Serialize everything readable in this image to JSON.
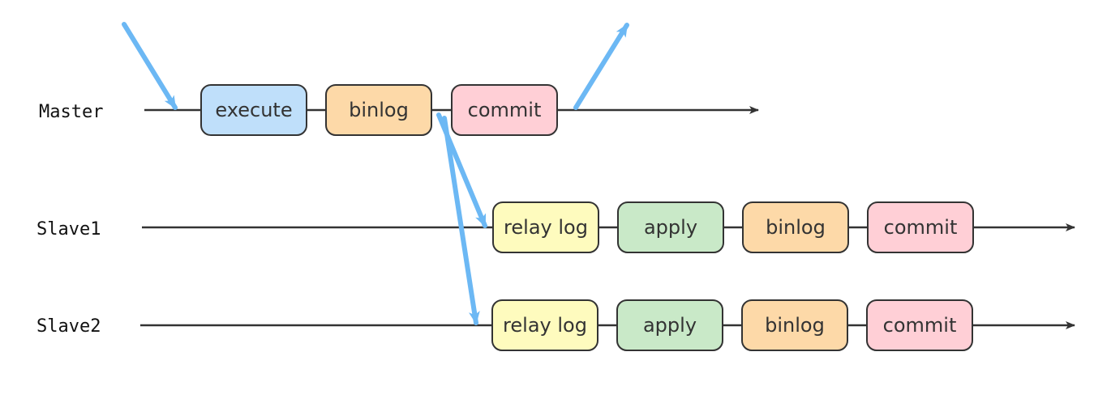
{
  "colors": {
    "execute": "#bfdffa",
    "binlog": "#fdd9a8",
    "commit": "#ffcfd6",
    "relay": "#fefbbe",
    "apply": "#c9e9c8",
    "stroke": "#333333",
    "arrow": "#6cb8f4"
  },
  "rows": [
    {
      "label": "Master",
      "steps": [
        {
          "text": "execute",
          "kind": "execute"
        },
        {
          "text": "binlog",
          "kind": "binlog"
        },
        {
          "text": "commit",
          "kind": "commit"
        }
      ]
    },
    {
      "label": "Slave1",
      "steps": [
        {
          "text": "relay log",
          "kind": "relay"
        },
        {
          "text": "apply",
          "kind": "apply"
        },
        {
          "text": "binlog",
          "kind": "binlog"
        },
        {
          "text": "commit",
          "kind": "commit"
        }
      ]
    },
    {
      "label": "Slave2",
      "steps": [
        {
          "text": "relay log",
          "kind": "relay"
        },
        {
          "text": "apply",
          "kind": "apply"
        },
        {
          "text": "binlog",
          "kind": "binlog"
        },
        {
          "text": "commit",
          "kind": "commit"
        }
      ]
    }
  ]
}
